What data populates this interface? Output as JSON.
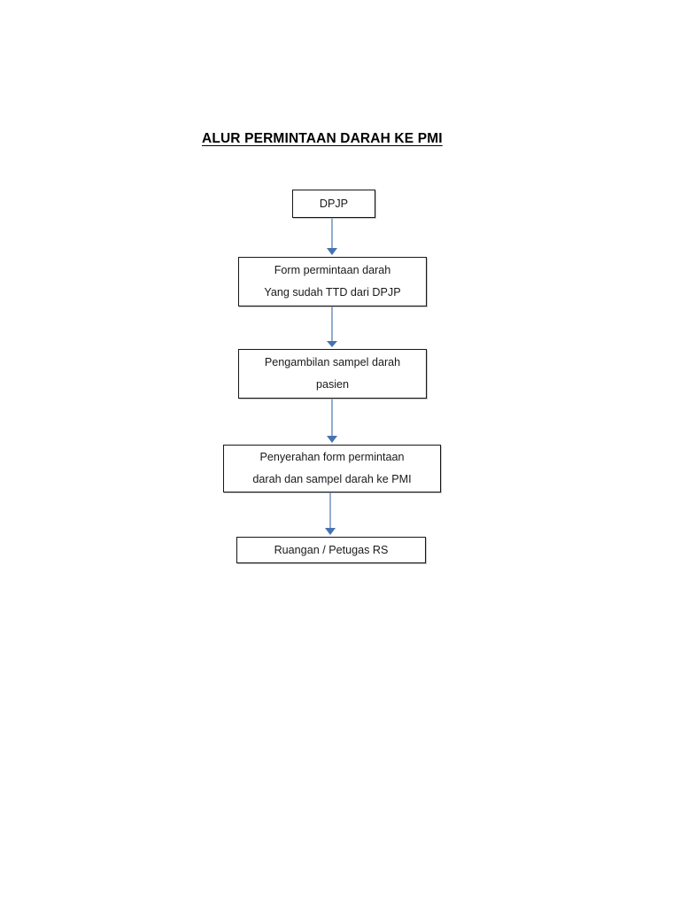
{
  "document": {
    "title": "ALUR PERMINTAAN DARAH KE PMI"
  },
  "colors": {
    "node_border": "#17171a",
    "node_fill": "#ffffff",
    "connector_stem": "#93adcd",
    "connector_head": "#4573b2",
    "text": "#1a1a1a",
    "page_background": "#ffffff"
  },
  "flowchart": {
    "type": "flowchart",
    "orientation": "vertical-top-to-bottom",
    "nodes": [
      {
        "id": "node-1",
        "shape": "rectangle",
        "lines": [
          "DPJP"
        ]
      },
      {
        "id": "node-2",
        "shape": "rectangle",
        "lines": [
          "Form permintaan darah",
          "Yang sudah TTD dari DPJP"
        ]
      },
      {
        "id": "node-3",
        "shape": "rectangle",
        "lines": [
          "Pengambilan sampel darah",
          "pasien"
        ]
      },
      {
        "id": "node-4",
        "shape": "rectangle",
        "lines": [
          "Penyerahan form permintaan",
          "darah dan sampel darah ke PMI"
        ]
      },
      {
        "id": "node-5",
        "shape": "rectangle",
        "lines": [
          "Ruangan / Petugas RS"
        ]
      }
    ],
    "connectors": [
      {
        "id": "conn-1",
        "from": "node-1",
        "to": "node-2",
        "style": "arrow-down"
      },
      {
        "id": "conn-2",
        "from": "node-2",
        "to": "node-3",
        "style": "arrow-down"
      },
      {
        "id": "conn-3",
        "from": "node-3",
        "to": "node-4",
        "style": "arrow-down"
      },
      {
        "id": "conn-4",
        "from": "node-4",
        "to": "node-5",
        "style": "arrow-down"
      }
    ]
  }
}
